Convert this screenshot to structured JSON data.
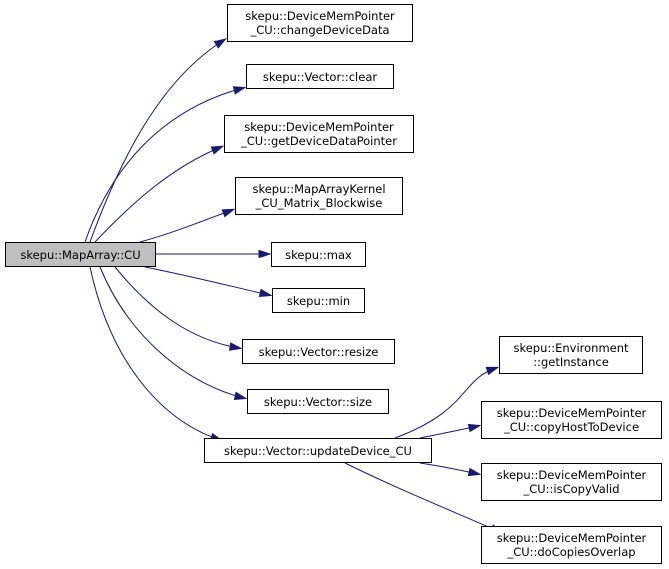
{
  "diagram": {
    "edge_color": "#191970",
    "root_fill": "#bfbfbf",
    "nodes": [
      {
        "id": "root",
        "lines": [
          "skepu::MapArray::CU"
        ]
      },
      {
        "id": "changeDeviceData",
        "lines": [
          "skepu::DeviceMemPointer",
          "_CU::changeDeviceData"
        ]
      },
      {
        "id": "vectorClear",
        "lines": [
          "skepu::Vector::clear"
        ]
      },
      {
        "id": "getDeviceDataPointer",
        "lines": [
          "skepu::DeviceMemPointer",
          "_CU::getDeviceDataPointer"
        ]
      },
      {
        "id": "mapArrayKernel",
        "lines": [
          "skepu::MapArrayKernel",
          "_CU_Matrix_Blockwise"
        ]
      },
      {
        "id": "max",
        "lines": [
          "skepu::max"
        ]
      },
      {
        "id": "min",
        "lines": [
          "skepu::min"
        ]
      },
      {
        "id": "vectorResize",
        "lines": [
          "skepu::Vector::resize"
        ]
      },
      {
        "id": "vectorSize",
        "lines": [
          "skepu::Vector::size"
        ]
      },
      {
        "id": "updateDevice",
        "lines": [
          "skepu::Vector::updateDevice_CU"
        ]
      },
      {
        "id": "getInstance",
        "lines": [
          "skepu::Environment",
          "::getInstance"
        ]
      },
      {
        "id": "copyHostToDevice",
        "lines": [
          "skepu::DeviceMemPointer",
          "_CU::copyHostToDevice"
        ]
      },
      {
        "id": "isCopyValid",
        "lines": [
          "skepu::DeviceMemPointer",
          "_CU::isCopyValid"
        ]
      },
      {
        "id": "doCopiesOverlap",
        "lines": [
          "skepu::DeviceMemPointer",
          "_CU::doCopiesOverlap"
        ]
      }
    ],
    "edges": [
      {
        "from": "root",
        "to": "changeDeviceData"
      },
      {
        "from": "root",
        "to": "vectorClear"
      },
      {
        "from": "root",
        "to": "getDeviceDataPointer"
      },
      {
        "from": "root",
        "to": "mapArrayKernel"
      },
      {
        "from": "root",
        "to": "max"
      },
      {
        "from": "root",
        "to": "min"
      },
      {
        "from": "root",
        "to": "vectorResize"
      },
      {
        "from": "root",
        "to": "vectorSize"
      },
      {
        "from": "root",
        "to": "updateDevice"
      },
      {
        "from": "updateDevice",
        "to": "getInstance"
      },
      {
        "from": "updateDevice",
        "to": "copyHostToDevice"
      },
      {
        "from": "updateDevice",
        "to": "isCopyValid"
      },
      {
        "from": "updateDevice",
        "to": "doCopiesOverlap"
      }
    ]
  }
}
